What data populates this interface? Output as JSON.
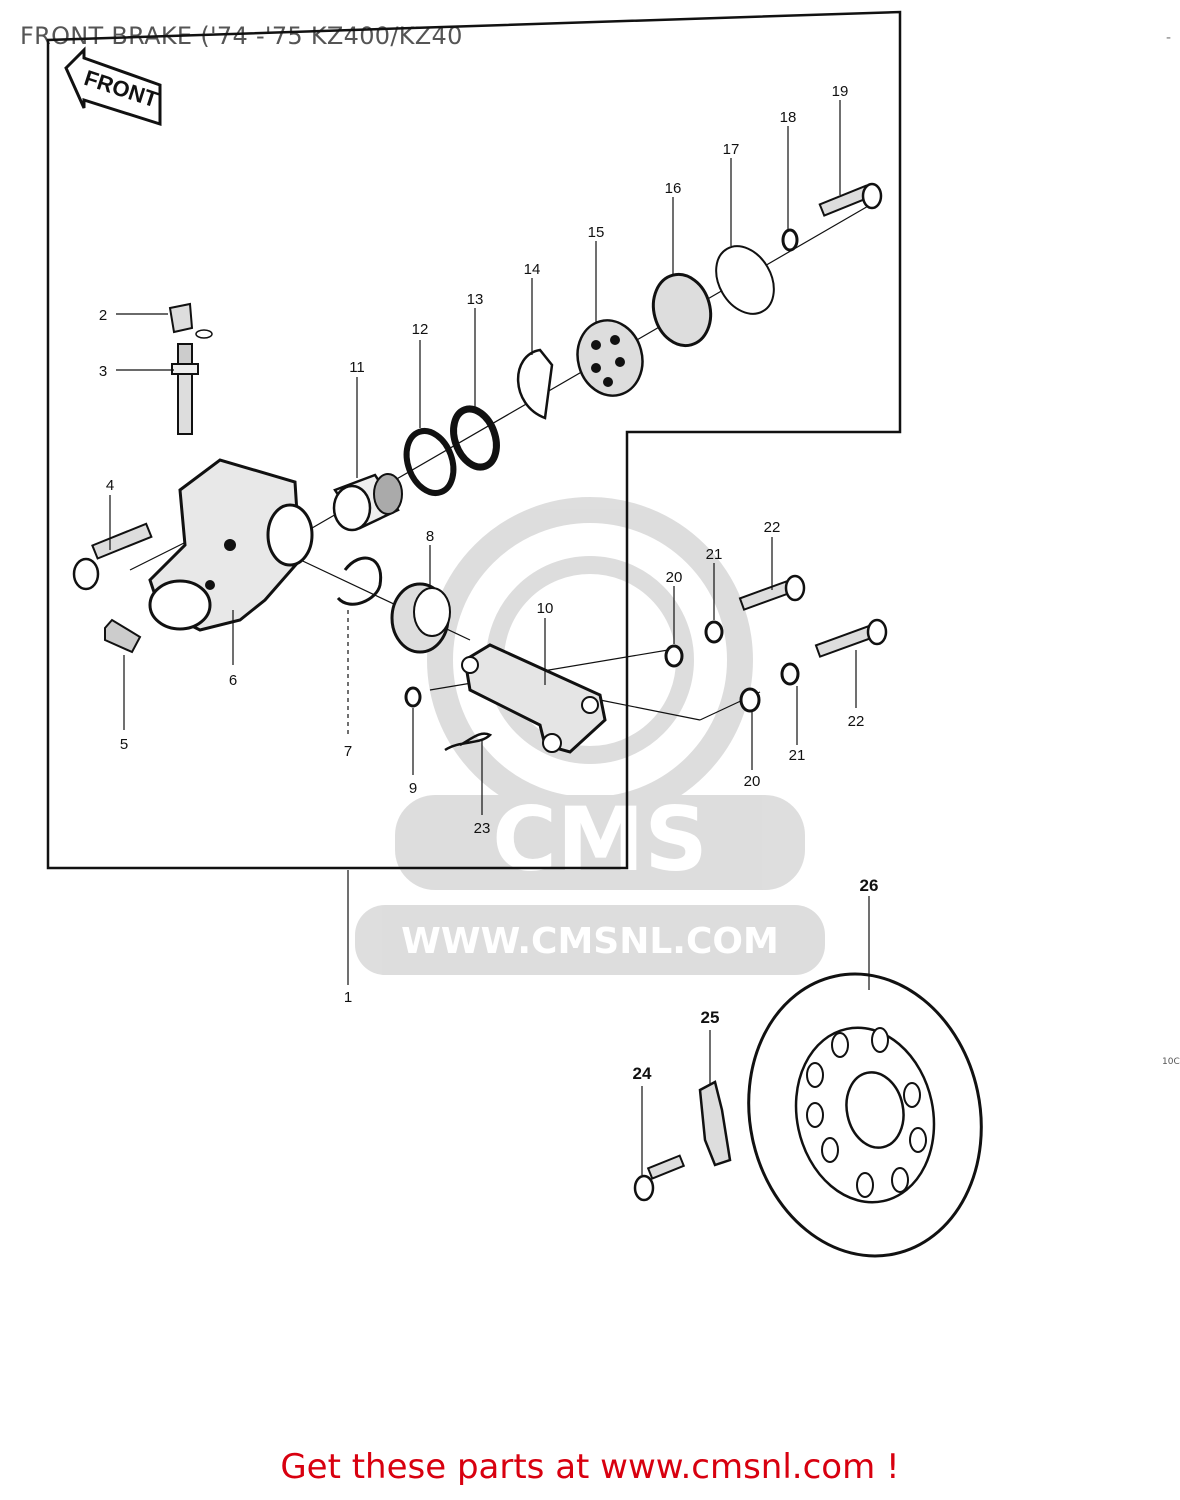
{
  "title": "FRONT BRAKE ('74 -'75 KZ400/KZ40",
  "corner_mark": "-",
  "side_code": "10C",
  "front_arrow_label": "FRONT",
  "watermark": {
    "brand": "CMS",
    "url": "WWW.CMSNL.COM"
  },
  "call_to_action": "Get these parts at www.cmsnl.com !",
  "callouts": {
    "c1": "1",
    "c2": "2",
    "c3": "3",
    "c4": "4",
    "c5": "5",
    "c6": "6",
    "c7": "7",
    "c8": "8",
    "c9": "9",
    "c10": "10",
    "c11": "11",
    "c12": "12",
    "c13": "13",
    "c14": "14",
    "c15": "15",
    "c16": "16",
    "c17": "17",
    "c18": "18",
    "c19": "19",
    "c20a": "20",
    "c20b": "20",
    "c21a": "21",
    "c21b": "21",
    "c22a": "22",
    "c22b": "22",
    "c23": "23",
    "c24": "24",
    "c25": "25",
    "c26": "26"
  }
}
